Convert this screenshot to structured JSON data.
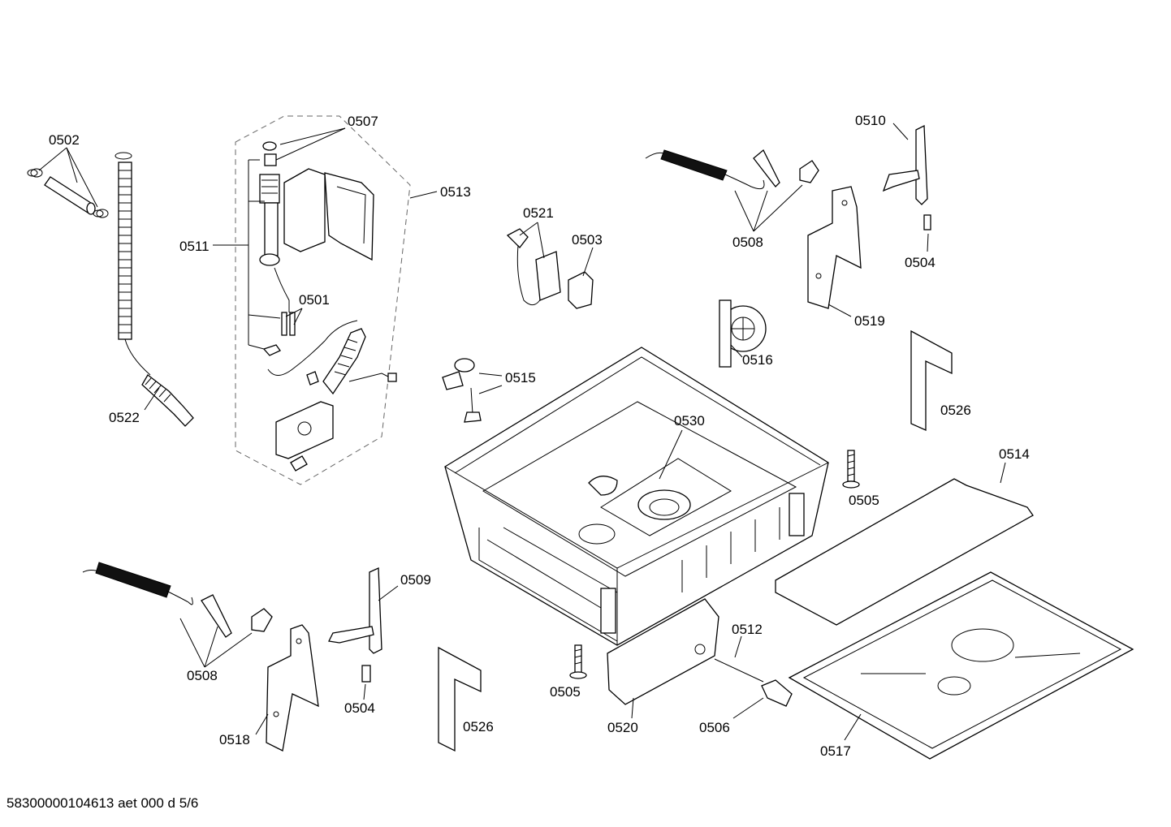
{
  "drawing_code": "58300000104613 aet 000 d 5/6",
  "callouts": {
    "c0501": "0501",
    "c0502": "0502",
    "c0503": "0503",
    "c0504a": "0504",
    "c0504b": "0504",
    "c0505a": "0505",
    "c0505b": "0505",
    "c0506": "0506",
    "c0507": "0507",
    "c0508a": "0508",
    "c0508b": "0508",
    "c0509": "0509",
    "c0510": "0510",
    "c0511": "0511",
    "c0512": "0512",
    "c0513": "0513",
    "c0514": "0514",
    "c0515": "0515",
    "c0516": "0516",
    "c0517": "0517",
    "c0518": "0518",
    "c0519": "0519",
    "c0520": "0520",
    "c0521": "0521",
    "c0522": "0522",
    "c0526a": "0526",
    "c0526b": "0526",
    "c0530": "0530"
  }
}
